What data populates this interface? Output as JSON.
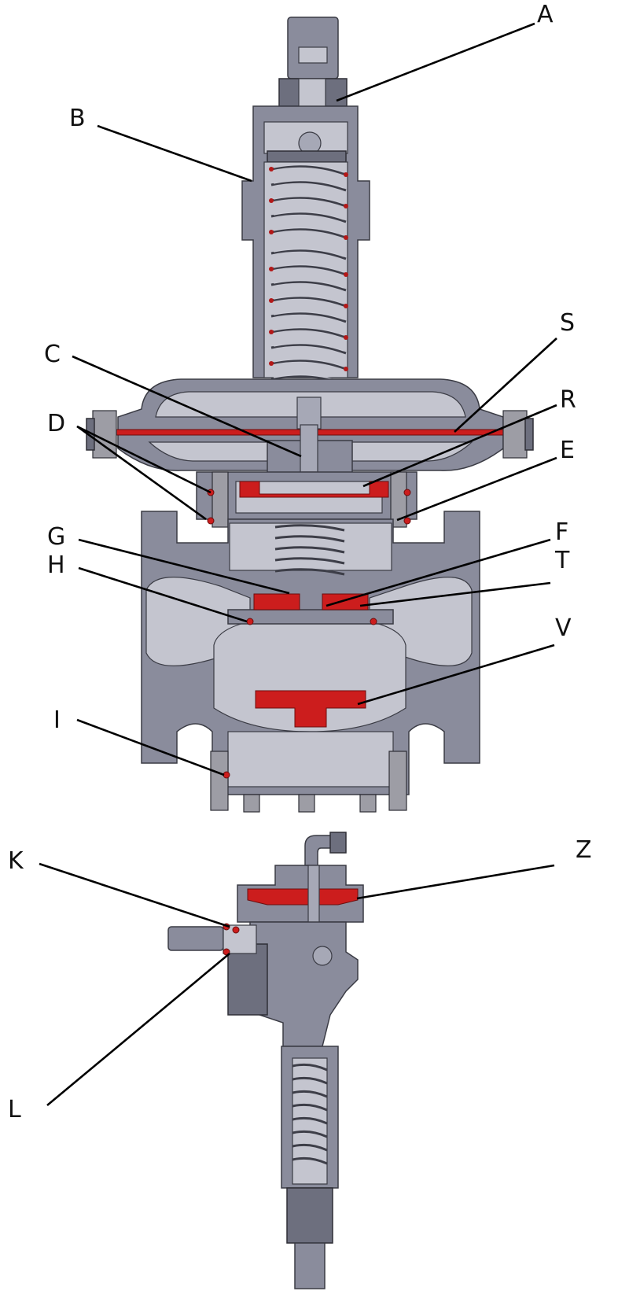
{
  "callouts": [
    {
      "id": "A",
      "label": "A"
    },
    {
      "id": "B",
      "label": "B"
    },
    {
      "id": "C",
      "label": "C"
    },
    {
      "id": "D",
      "label": "D"
    },
    {
      "id": "E",
      "label": "E"
    },
    {
      "id": "F",
      "label": "F"
    },
    {
      "id": "G",
      "label": "G"
    },
    {
      "id": "H",
      "label": "H"
    },
    {
      "id": "I",
      "label": "I"
    },
    {
      "id": "K",
      "label": "K"
    },
    {
      "id": "L",
      "label": "L"
    },
    {
      "id": "R",
      "label": "R"
    },
    {
      "id": "S",
      "label": "S"
    },
    {
      "id": "T",
      "label": "T"
    },
    {
      "id": "V",
      "label": "V"
    },
    {
      "id": "Z",
      "label": "Z"
    }
  ],
  "colors": {
    "body_metal": "#8a8c9c",
    "seal_highlight": "#cc1d1d",
    "leader_lines": "#000000",
    "background": "#ffffff"
  }
}
